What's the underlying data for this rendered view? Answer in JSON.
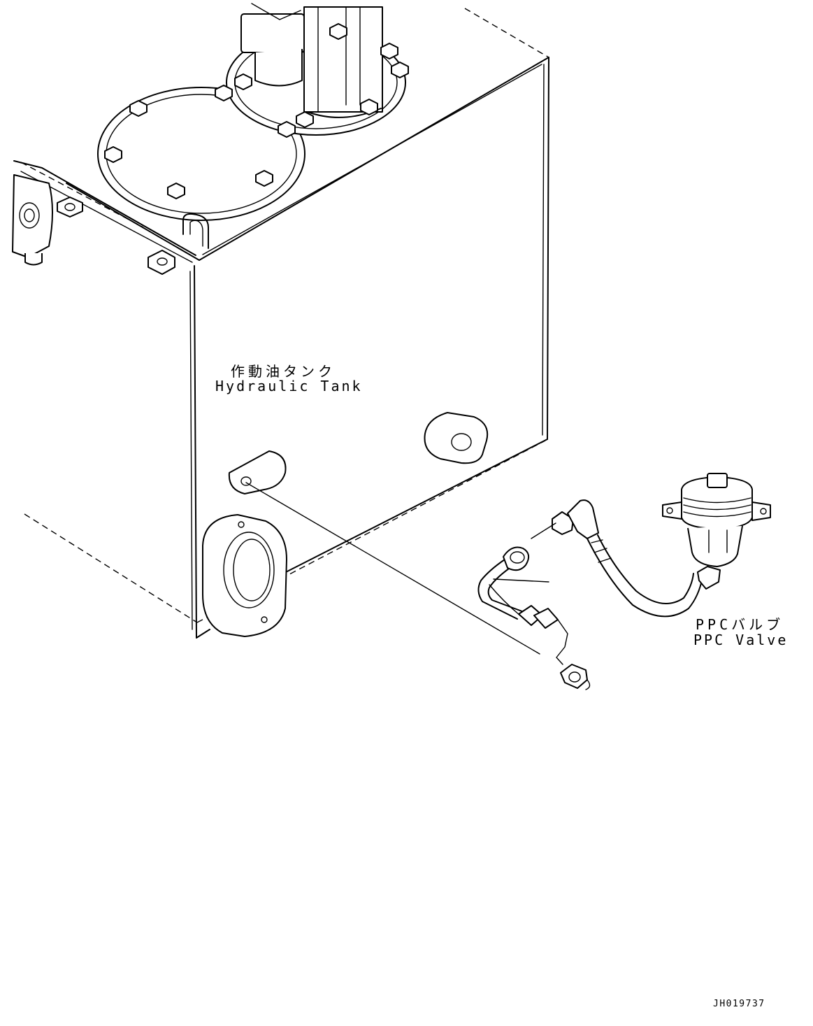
{
  "labels": {
    "tank_jp": "作動油タンク",
    "tank_en": "Hydraulic Tank",
    "valve_jp": "PPCバルブ",
    "valve_en": "PPC Valve"
  },
  "drawing_code": "JH019737"
}
